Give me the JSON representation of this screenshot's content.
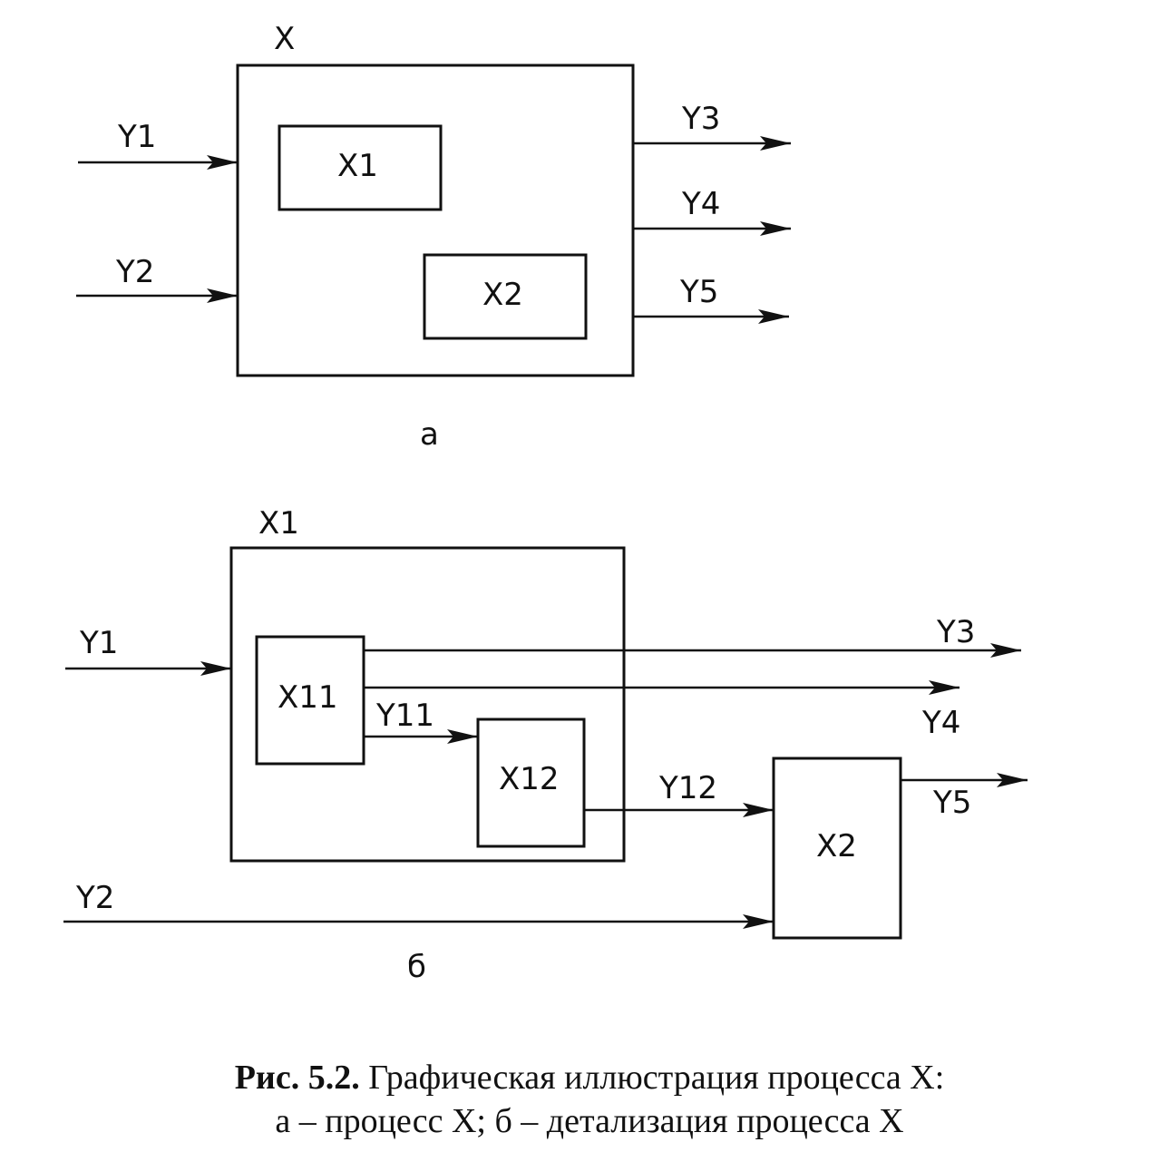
{
  "diagram_a": {
    "container": "X",
    "blocks": [
      "X1",
      "X2"
    ],
    "inputs": [
      "Y1",
      "Y2"
    ],
    "outputs": [
      "Y3",
      "Y4",
      "Y5"
    ],
    "sublabel": "а"
  },
  "diagram_b": {
    "container": "X1",
    "blocks": [
      "X11",
      "X12",
      "X2"
    ],
    "flows": [
      "Y1",
      "Y2",
      "Y3",
      "Y4",
      "Y5",
      "Y11",
      "Y12"
    ],
    "sublabel": "б"
  },
  "caption": {
    "number": "Рис. 5.2.",
    "line1": "Графическая иллюстрация процесса X:",
    "line2": "а – процесс X; б – детализация процесса X"
  }
}
